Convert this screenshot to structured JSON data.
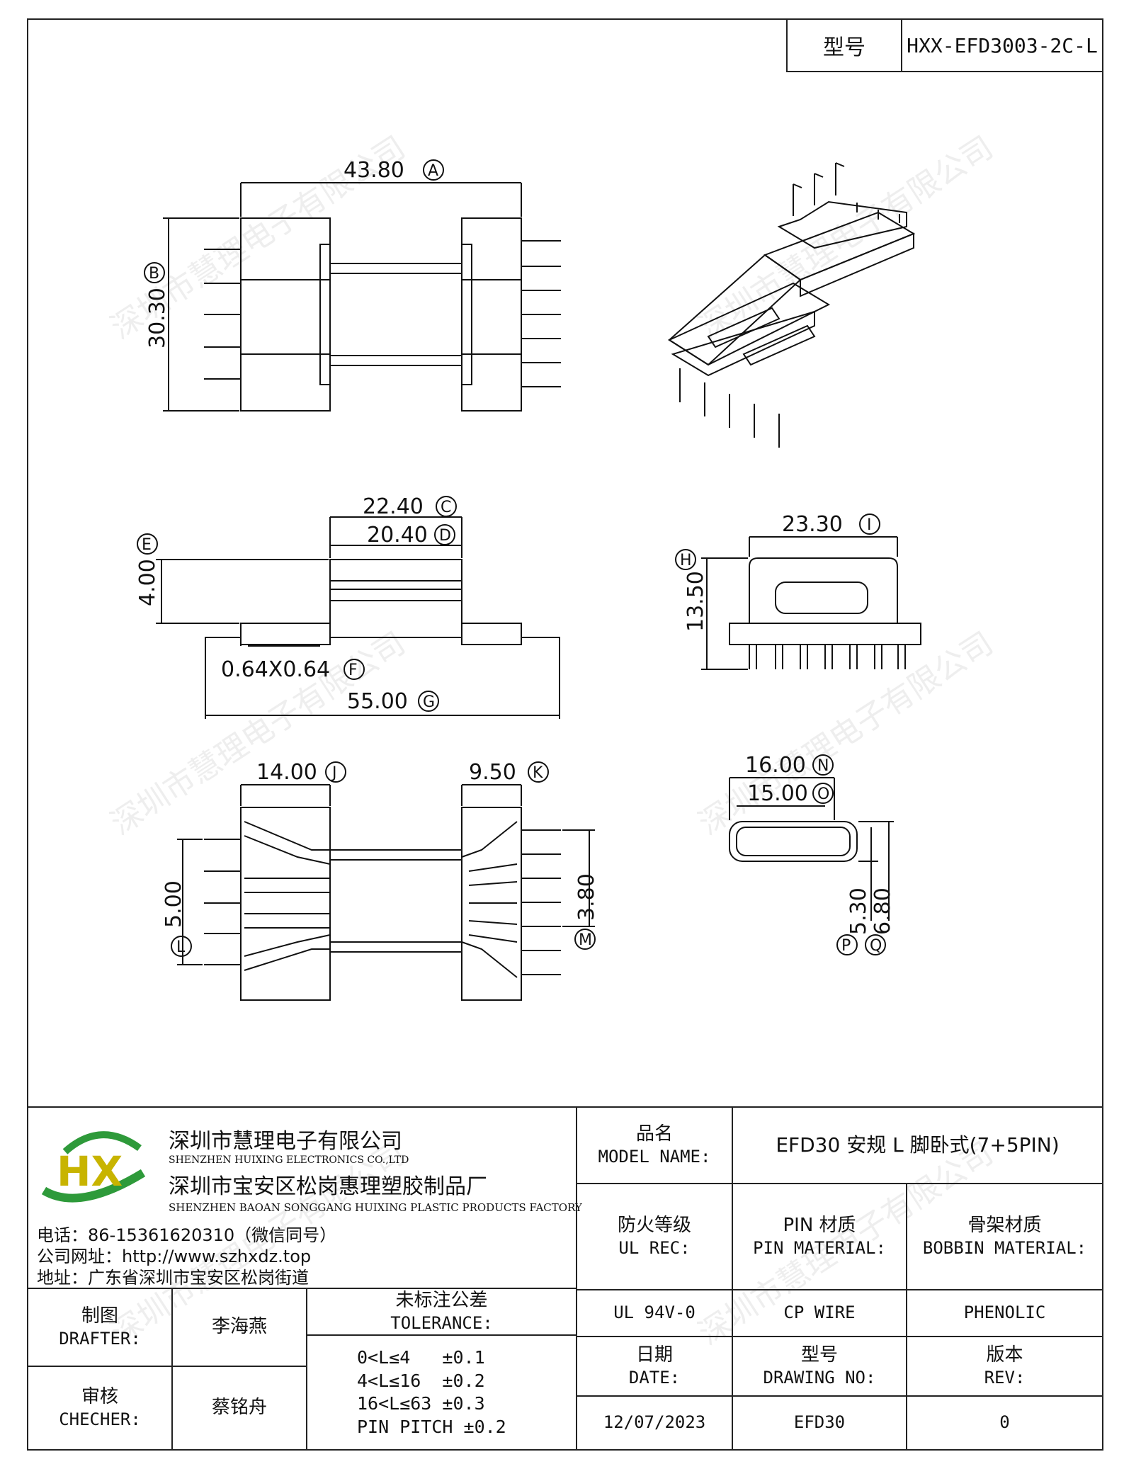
{
  "header": {
    "model_label": "型号",
    "model_value": "HXX-EFD3003-2C-L"
  },
  "dimensions": {
    "A": {
      "value": "43.80",
      "tag": "A"
    },
    "B": {
      "value": "30.30",
      "tag": "B"
    },
    "C": {
      "value": "22.40",
      "tag": "C"
    },
    "D": {
      "value": "20.40",
      "tag": "D"
    },
    "E": {
      "value": "4.00",
      "tag": "E"
    },
    "F": {
      "value": "0.64X0.64",
      "tag": "F"
    },
    "G": {
      "value": "55.00",
      "tag": "G"
    },
    "H": {
      "value": "13.50",
      "tag": "H"
    },
    "I": {
      "value": "23.30",
      "tag": "I"
    },
    "J": {
      "value": "14.00",
      "tag": "J"
    },
    "K": {
      "value": "9.50",
      "tag": "K"
    },
    "L": {
      "value": "5.00",
      "tag": "L"
    },
    "M": {
      "value": "3.80",
      "tag": "M"
    },
    "N": {
      "value": "16.00",
      "tag": "N"
    },
    "O": {
      "value": "15.00",
      "tag": "O"
    },
    "P": {
      "value": "5.30",
      "tag": "P"
    },
    "Q": {
      "value": "6.80",
      "tag": "Q"
    }
  },
  "watermark": "深圳市慧理电子有限公司",
  "company": {
    "logo": "HX",
    "name_cn": "深圳市慧理电子有限公司",
    "name_en": "SHENZHEN HUIXING ELECTRONICS CO.,LTD",
    "factory_cn": "深圳市宝安区松岗惠理塑胶制品厂",
    "factory_en": "SHENZHEN BAOAN SONGGANG HUIXING PLASTIC PRODUCTS FACTORY",
    "phone": "电话：86-15361620310（微信同号）",
    "website": "公司网址：http://www.szhxdz.top",
    "address": "地址：广东省深圳市宝安区松岗街道"
  },
  "title_block": {
    "product_name_cn": "品名",
    "product_name_en": "MODEL NAME:",
    "product_name_value": "EFD30 安规 L 脚卧式(7+5PIN)",
    "fire_cn": "防火等级",
    "fire_en": "UL REC:",
    "pin_cn": "PIN 材质",
    "pin_en": "PIN MATERIAL:",
    "bobbin_cn": "骨架材质",
    "bobbin_en": "BOBBIN MATERIAL:",
    "fire_value": "UL 94V-0",
    "pin_value": "CP WIRE",
    "bobbin_value": "PHENOLIC",
    "drafter_cn": "制图",
    "drafter_en": "DRAFTER:",
    "drafter_name": "李海燕",
    "checker_cn": "审核",
    "checker_en": "CHECHER:",
    "checker_name": "蔡铭舟",
    "tolerance_cn": "未标注公差",
    "tolerance_en": "TOLERANCE:",
    "tolerance_lines": [
      "0<L≤4   ±0.1",
      "4<L≤16  ±0.2",
      "16<L≤63 ±0.3",
      "PIN PITCH ±0.2"
    ],
    "date_cn": "日期",
    "date_en": "DATE:",
    "date_value": "12/07/2023",
    "drawing_cn": "型号",
    "drawing_en": "DRAWING NO:",
    "drawing_value": "EFD30",
    "rev_cn": "版本",
    "rev_en": "REV:",
    "rev_value": "0"
  }
}
